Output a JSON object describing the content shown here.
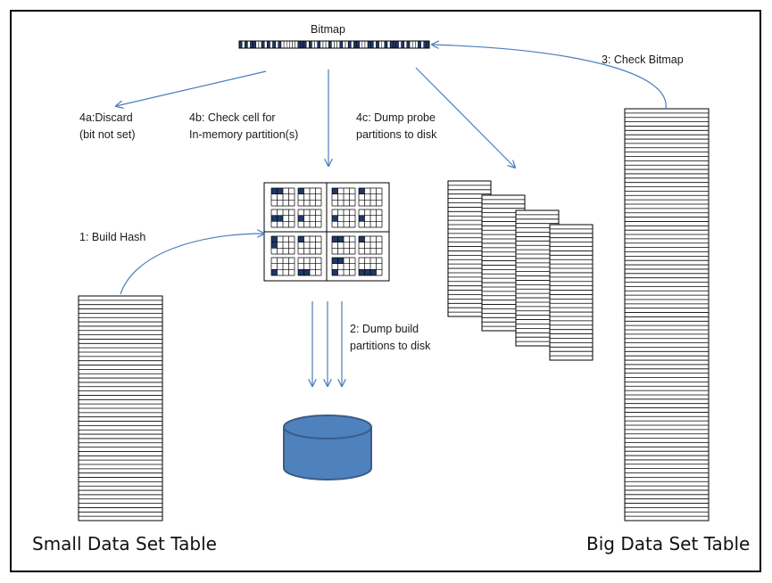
{
  "bitmap": {
    "label": "Bitmap",
    "bits": [
      1,
      0,
      1,
      0,
      1,
      1,
      0,
      0,
      1,
      0,
      1,
      0,
      1,
      0,
      1,
      0,
      0,
      0,
      0,
      0,
      0,
      1,
      1,
      1,
      0,
      1,
      0,
      0,
      1,
      0,
      0,
      0,
      1,
      0,
      0,
      0,
      1,
      0,
      0,
      1,
      0,
      1,
      1,
      0,
      0,
      0,
      1,
      1,
      0,
      1,
      0,
      0,
      1,
      0,
      1,
      1,
      1,
      0,
      1,
      0,
      1,
      0,
      0,
      0,
      1,
      0,
      1,
      1
    ]
  },
  "labels": {
    "discard_line1": "4a:Discard",
    "discard_line2": "(bit not set)",
    "check_cell_line1": "4b: Check cell for",
    "check_cell_line2": "In-memory partition(s)",
    "dump_probe_line1": "4c: Dump probe",
    "dump_probe_line2": "partitions to disk",
    "check_bitmap": "3: Check Bitmap",
    "build_hash": "1: Build Hash",
    "dump_build_line1": "2: Dump build",
    "dump_build_line2": "partitions to disk",
    "small_table": "Small Data Set Table",
    "big_table": "Big Data Set Table"
  },
  "hash_grid": {
    "filled_cells": [
      [
        [
          0,
          0
        ],
        [
          0,
          1
        ]
      ],
      [
        [
          0,
          0
        ]
      ],
      [
        [
          0,
          0
        ]
      ],
      [
        [
          0,
          0
        ]
      ],
      [
        [
          1,
          0
        ],
        [
          1,
          1
        ]
      ],
      [
        [
          1,
          0
        ]
      ],
      [
        [
          1,
          0
        ]
      ],
      [
        [
          1,
          0
        ]
      ],
      [
        [
          0,
          0
        ],
        [
          1,
          0
        ]
      ],
      [
        [
          0,
          0
        ]
      ],
      [
        [
          0,
          0
        ],
        [
          0,
          1
        ]
      ],
      [
        [
          0,
          0
        ]
      ],
      [
        [
          2,
          0
        ]
      ],
      [
        [
          2,
          0
        ],
        [
          2,
          1
        ]
      ],
      [
        [
          0,
          0
        ],
        [
          0,
          1
        ],
        [
          2,
          0
        ]
      ],
      [
        [
          2,
          0
        ],
        [
          2,
          1
        ],
        [
          2,
          2
        ]
      ]
    ]
  },
  "colors": {
    "bit_fill": "#1f3864",
    "cylinder_fill": "#4f81bd",
    "cylinder_stroke": "#385d8a",
    "arrow": "#4a7ebb"
  }
}
